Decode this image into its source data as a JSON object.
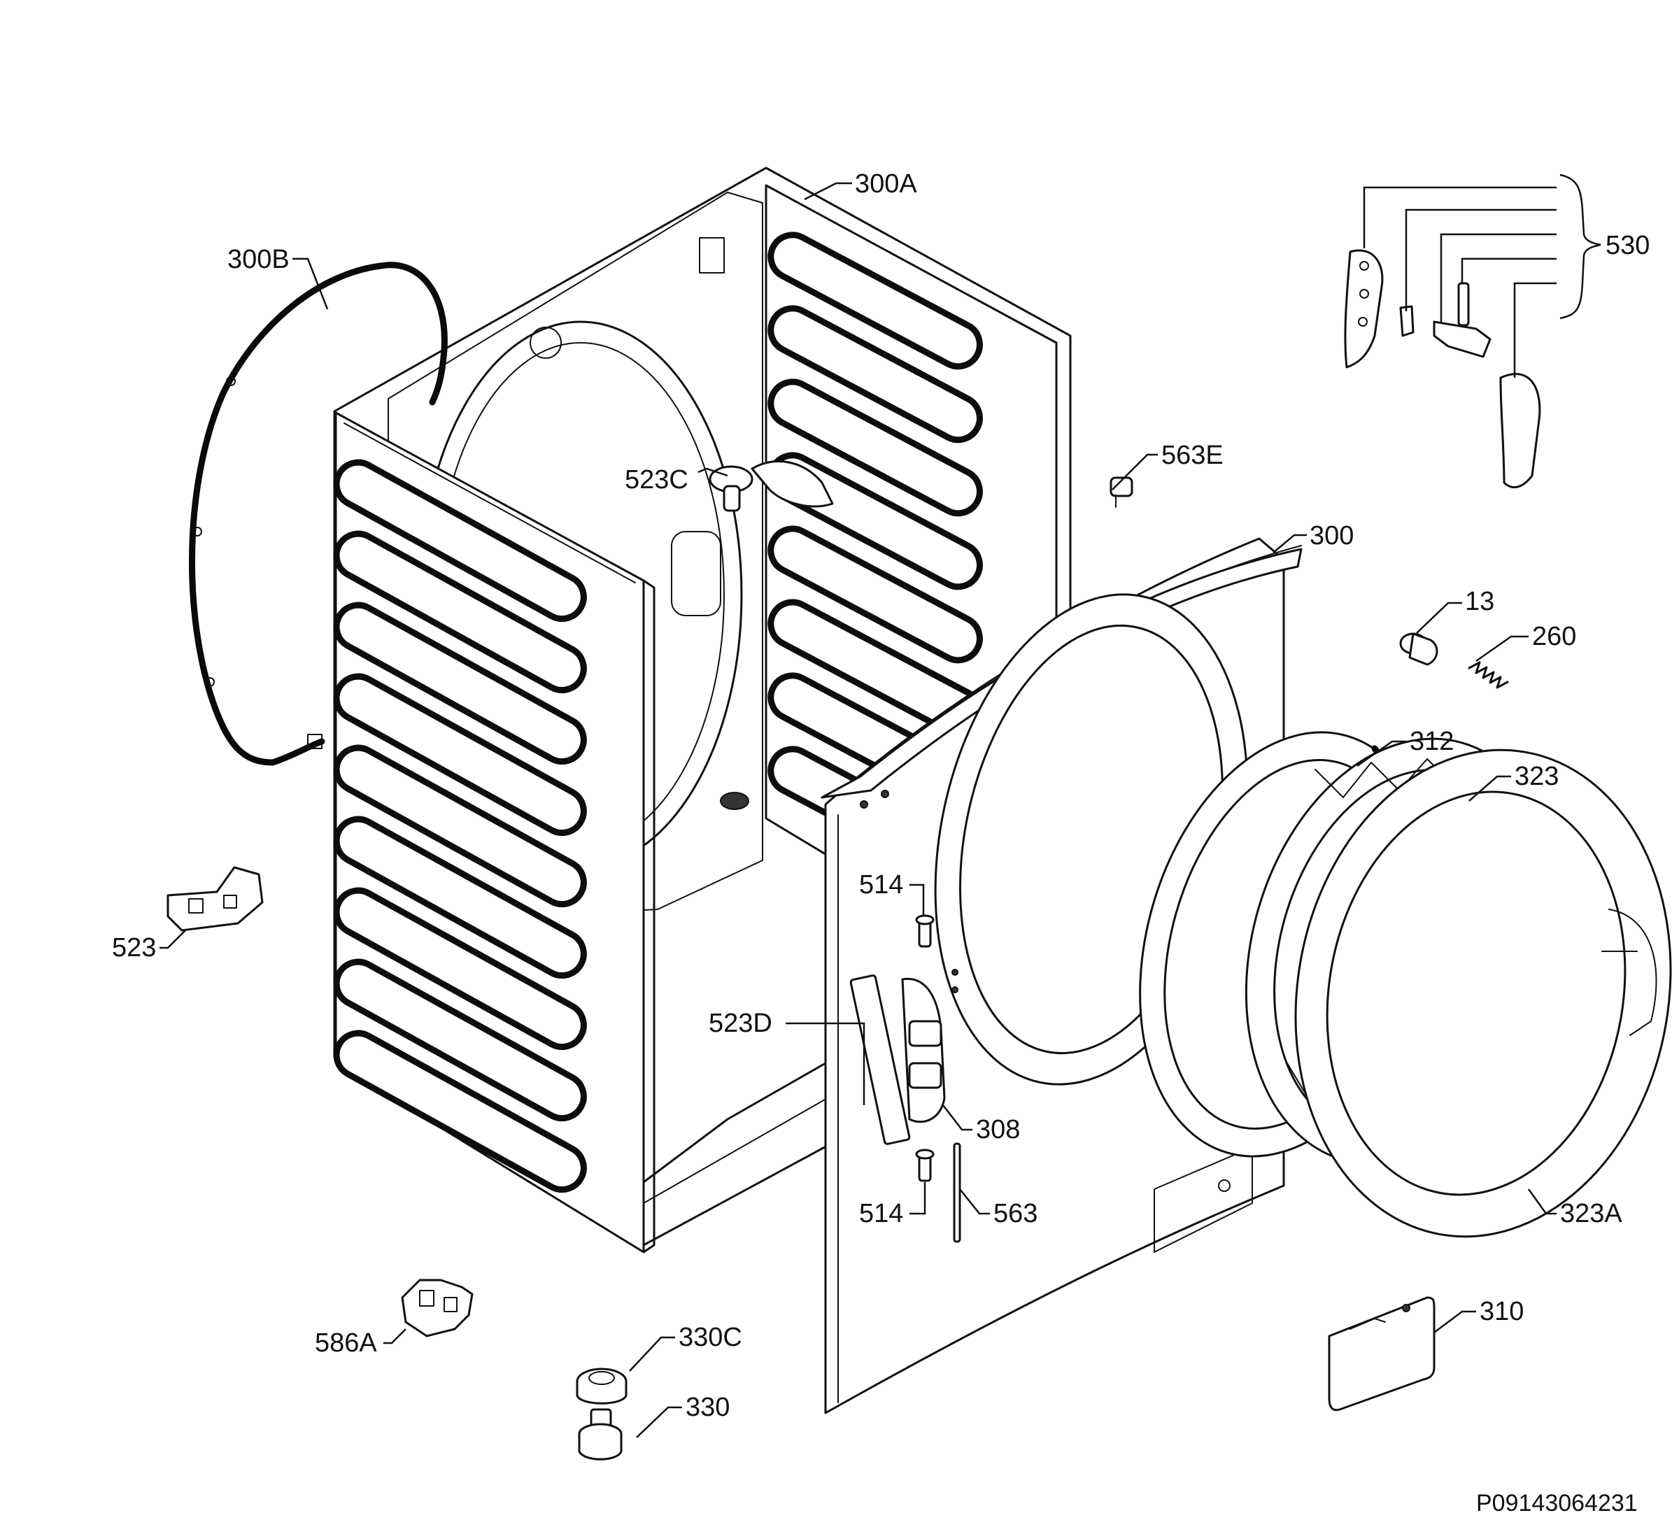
{
  "labels": {
    "l300A": "300A",
    "l300B": "300B",
    "l530": "530",
    "l563E": "563E",
    "l523C": "523C",
    "l300": "300",
    "l13": "13",
    "l260": "260",
    "l312": "312",
    "l323": "323",
    "l514a": "514",
    "l523": "523",
    "l523D": "523D",
    "l308": "308",
    "l514b": "514",
    "l563": "563",
    "l323A": "323A",
    "l310": "310",
    "l586A": "586A",
    "l330C": "330C",
    "l330": "330"
  },
  "drawing_code": "P09143064231"
}
